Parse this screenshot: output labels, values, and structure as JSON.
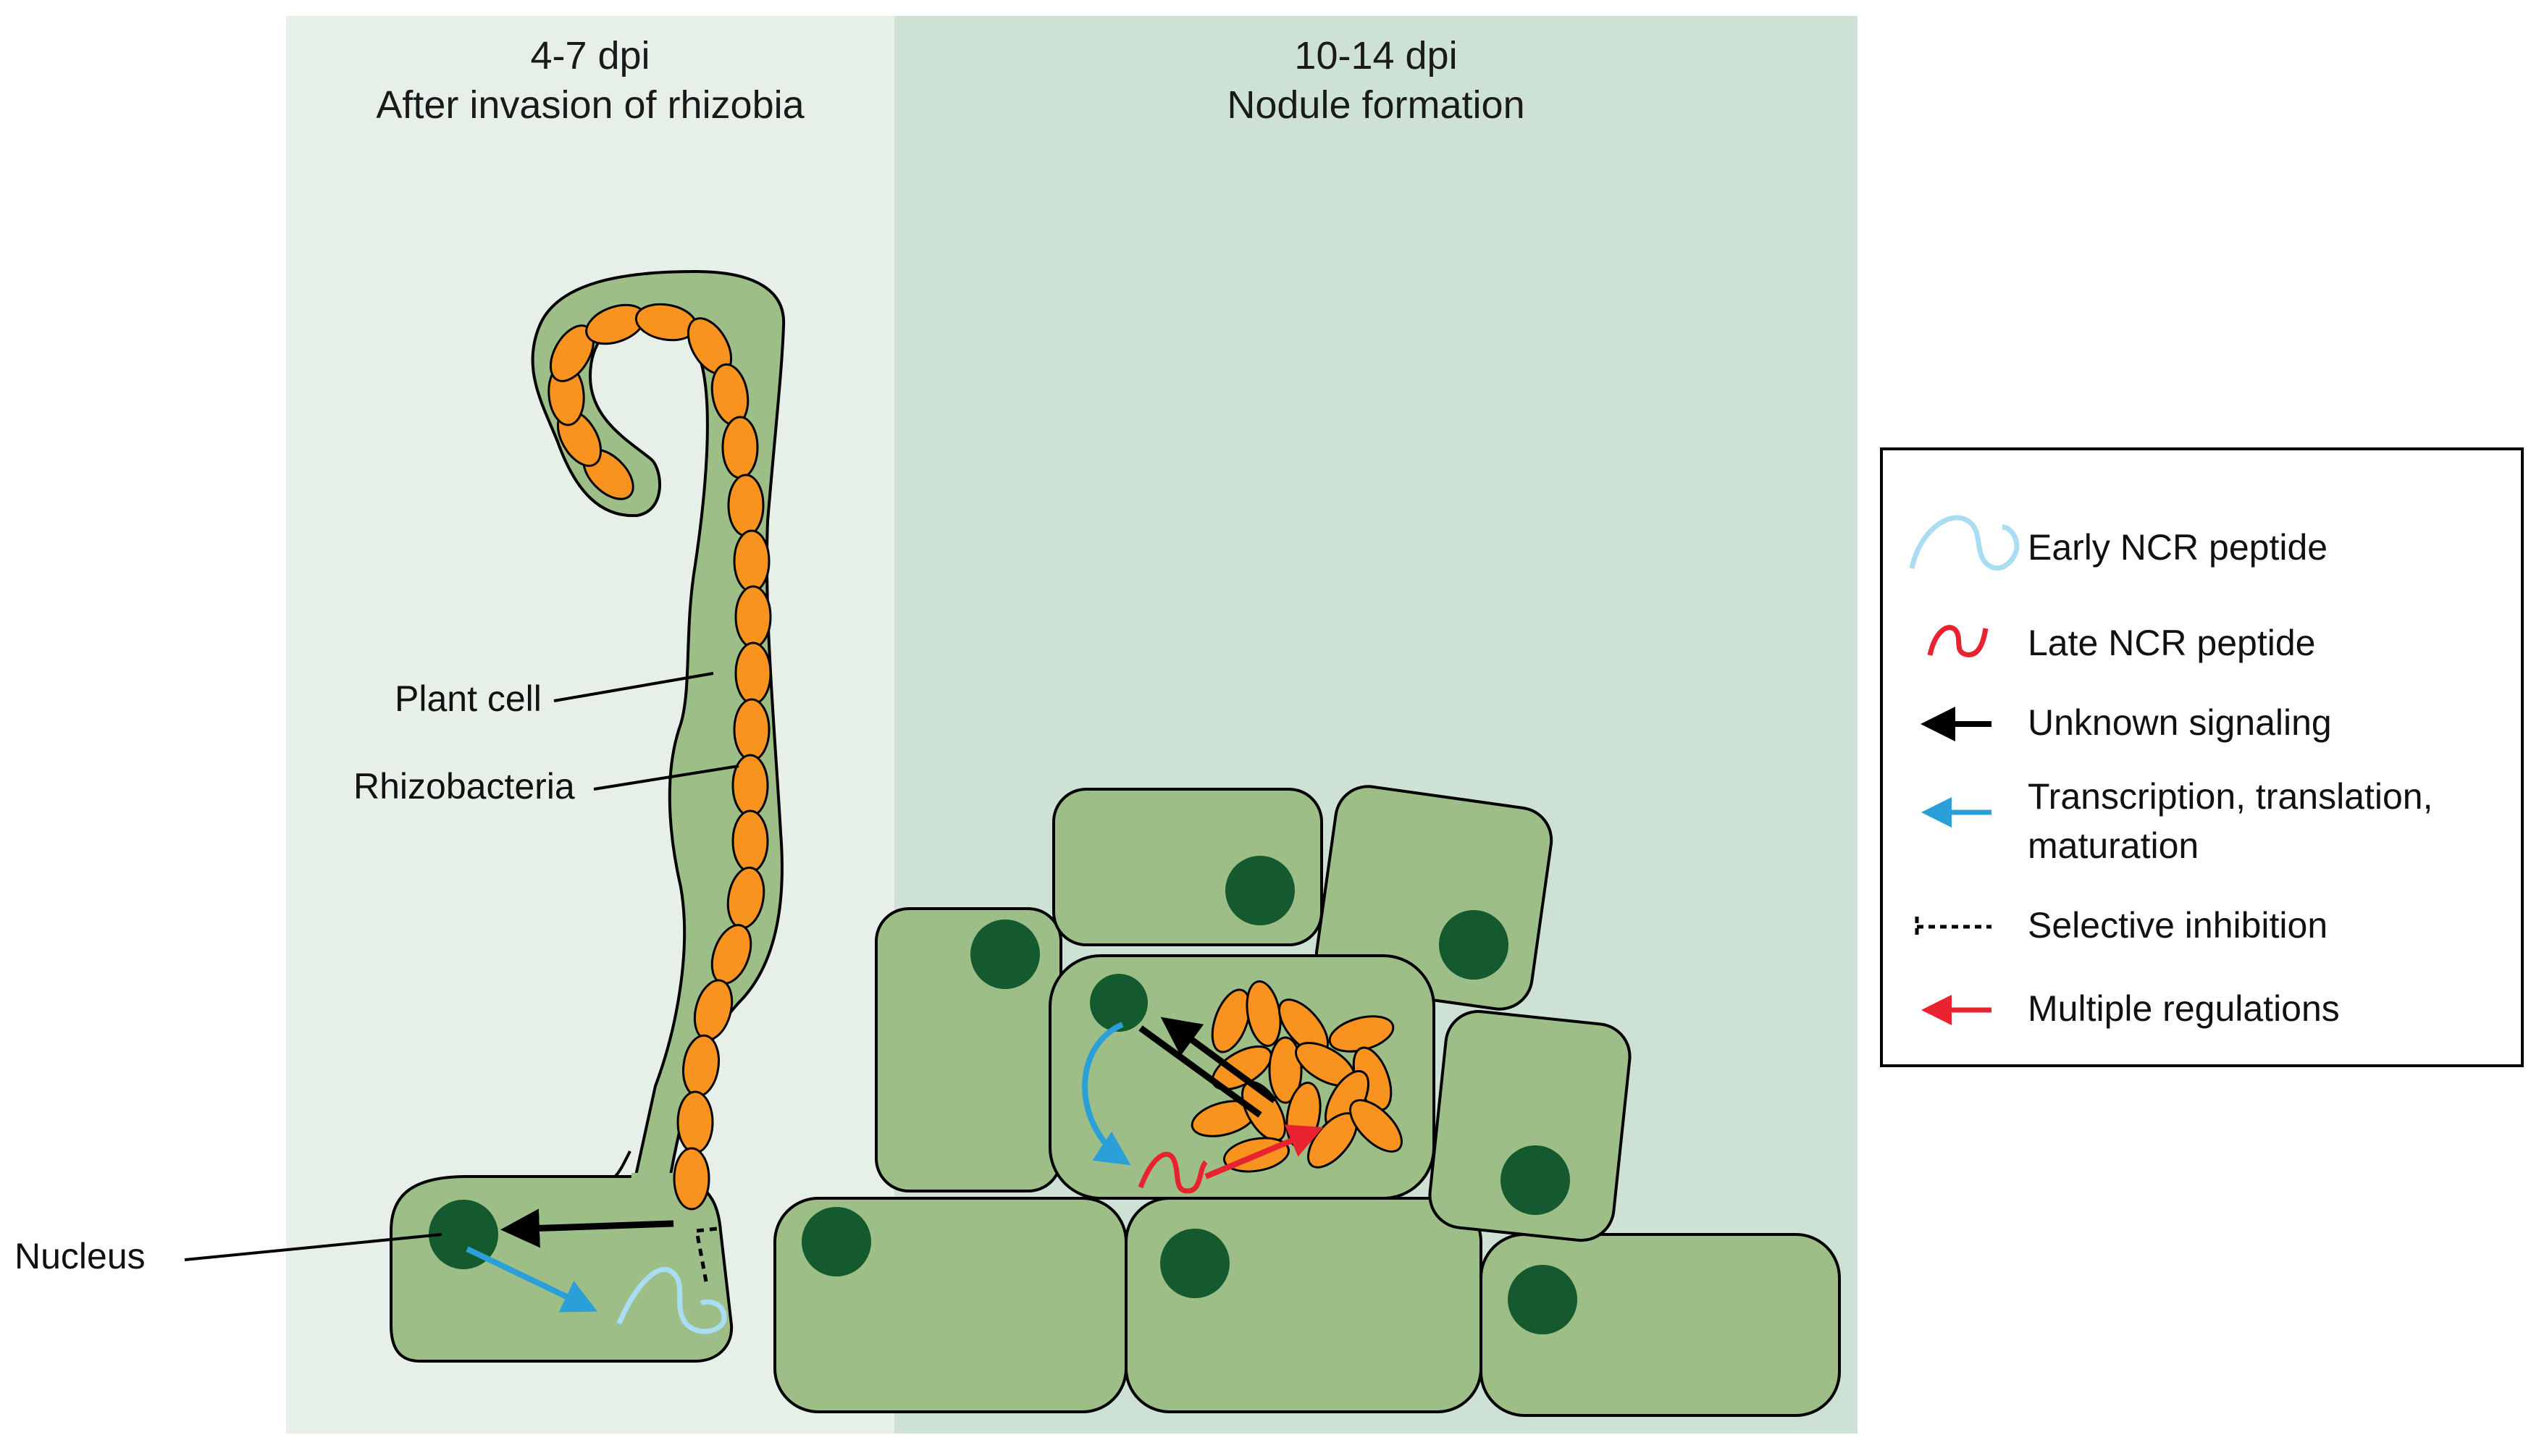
{
  "panels": {
    "left": {
      "line1": "4-7 dpi",
      "line2": "After invasion of rhizobia"
    },
    "right": {
      "line1": "10-14 dpi",
      "line2": "Nodule formation"
    }
  },
  "labels": {
    "plant_cell": "Plant cell",
    "rhizobacteria": "Rhizobacteria",
    "nucleus": "Nucleus"
  },
  "legend": {
    "items": [
      {
        "icon": "early-ncr-peptide-icon",
        "label": "Early NCR peptide",
        "color": "#a9ddf3"
      },
      {
        "icon": "late-ncr-peptide-icon",
        "label": "Late NCR peptide",
        "color": "#e8232f"
      },
      {
        "icon": "black-arrow-icon",
        "label": "Unknown signaling",
        "color": "#000000"
      },
      {
        "icon": "blue-arrow-icon",
        "label_line1": "Transcription, translation,",
        "label_line2": "maturation",
        "color": "#2a9fd8"
      },
      {
        "icon": "dashed-inhibition-icon",
        "label": "Selective inhibition",
        "color": "#000000"
      },
      {
        "icon": "red-arrow-icon",
        "label": "Multiple regulations",
        "color": "#e8232f"
      }
    ]
  },
  "colors": {
    "left_panel_bg": "#e6efe8",
    "right_panel_bg": "#cde2d4",
    "cell_fill": "#9dbf87",
    "nucleus_fill": "#145a2e",
    "bacteria_fill": "#f7931e"
  }
}
